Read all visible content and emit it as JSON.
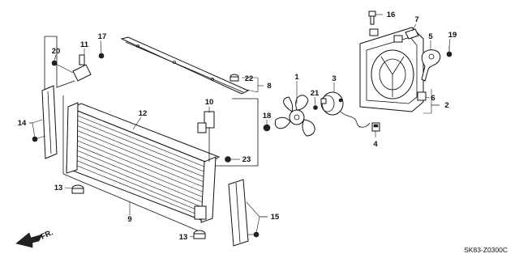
{
  "callouts": {
    "p1": "1",
    "p2": "2",
    "p3": "3",
    "p4": "4",
    "p5": "5",
    "p6": "6",
    "p7": "7",
    "p8": "8",
    "p9": "9",
    "p10": "10",
    "p11": "11",
    "p12": "12",
    "p13a": "13",
    "p13b": "13",
    "p14": "14",
    "p15": "15",
    "p16": "16",
    "p17": "17",
    "p18": "18",
    "p19": "19",
    "p20": "20",
    "p21": "21",
    "p22": "22",
    "p23": "23"
  },
  "direction_label": "FR.",
  "diagram_code": "SK83-Z0300C"
}
